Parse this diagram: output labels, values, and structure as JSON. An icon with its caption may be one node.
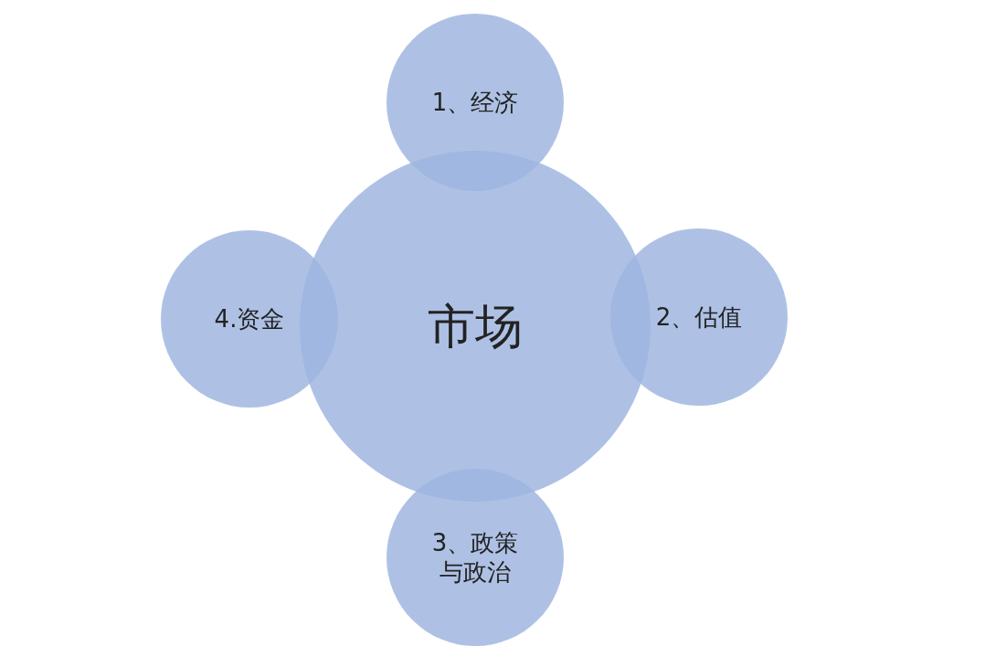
{
  "diagram": {
    "nodes": [
      {
        "text": [
          "1、经济"
        ]
      },
      {
        "text": [
          "4.资金"
        ]
      },
      {
        "text": [
          "市场"
        ]
      },
      {
        "text": [
          "2、估值"
        ]
      },
      {
        "text": [
          "3、政策与政治"
        ]
      }
    ]
  }
}
